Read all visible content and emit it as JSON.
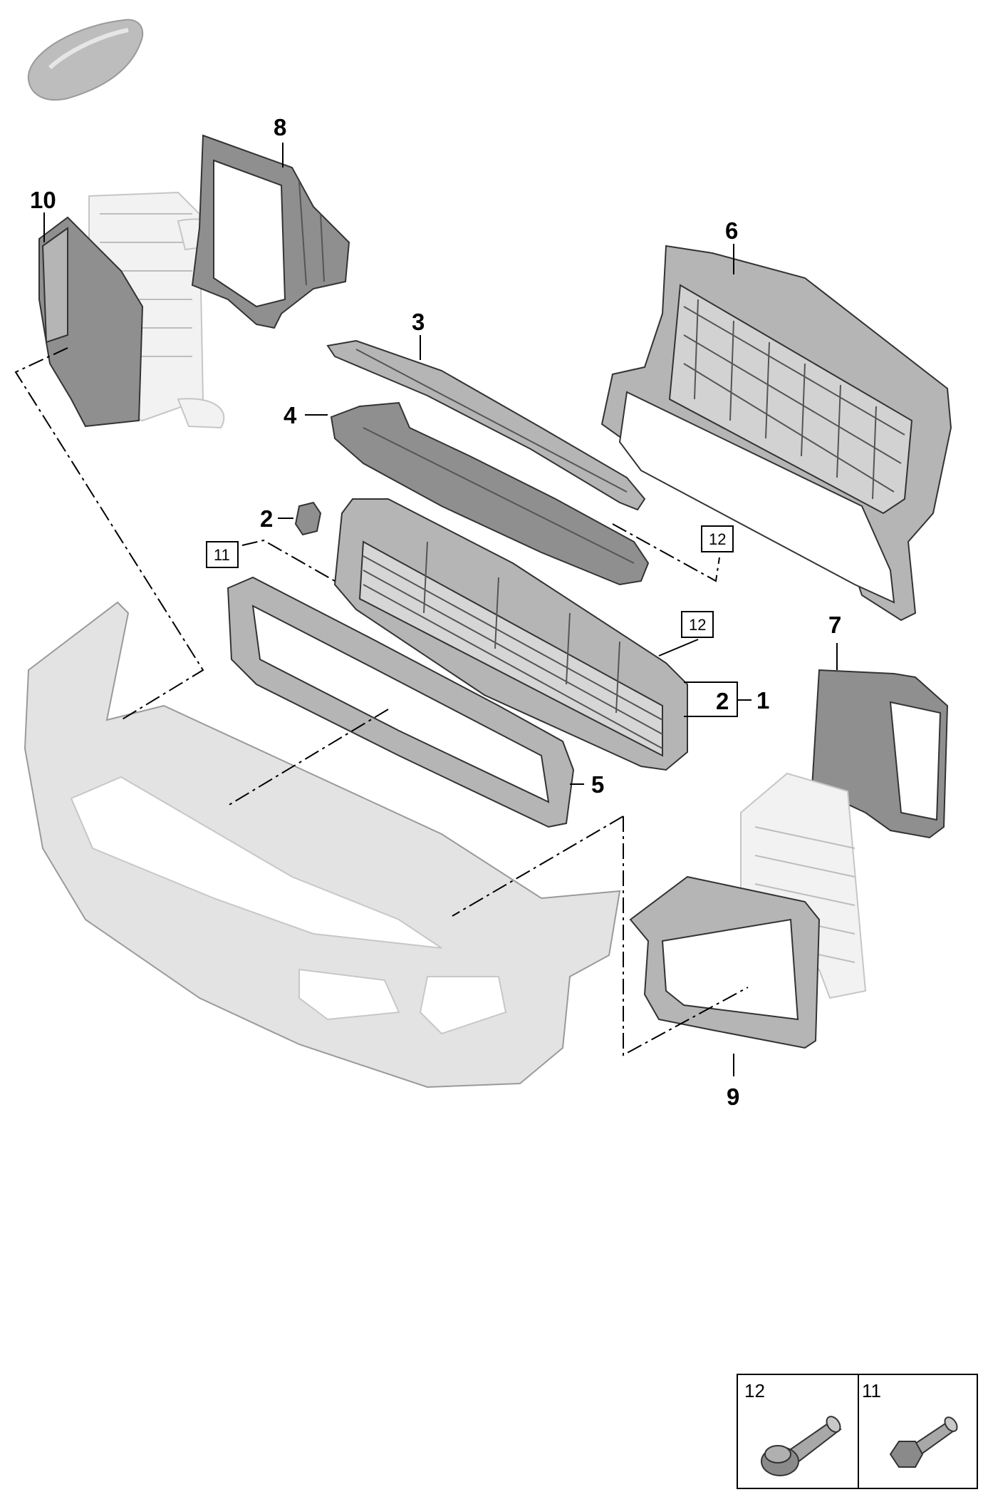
{
  "callouts": {
    "c1": "1",
    "c2a": "2",
    "c2b": "2",
    "c3": "3",
    "c4": "4",
    "c5": "5",
    "c6": "6",
    "c7": "7",
    "c8": "8",
    "c9": "9",
    "c10": "10"
  },
  "boxed_refs": {
    "b11": "11",
    "b12a": "12",
    "b12b": "12"
  },
  "legend": {
    "cell_left": "12",
    "cell_right": "11"
  }
}
